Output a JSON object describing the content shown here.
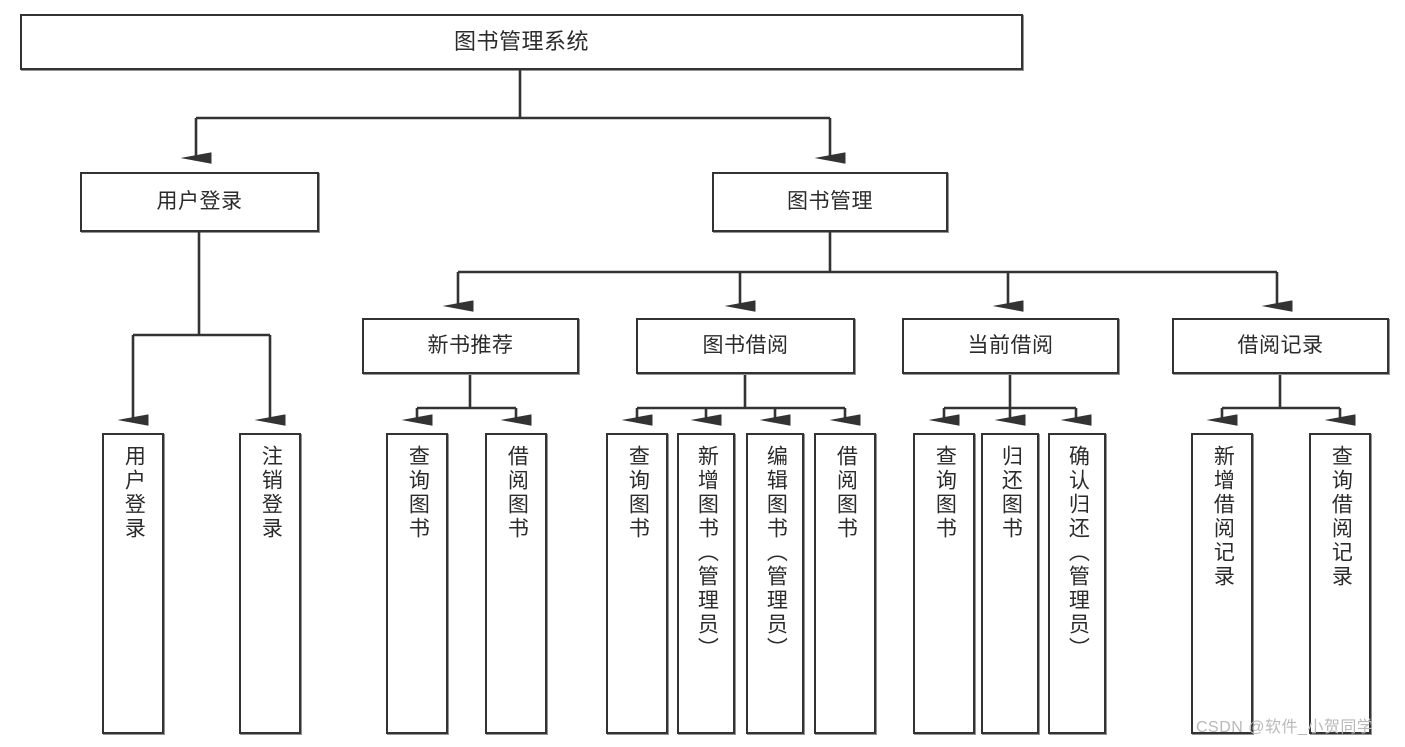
{
  "diagram": {
    "title": "图书管理系统",
    "type": "hierarchy-tree",
    "watermark": "CSDN @软件_小贺同学",
    "nodes": {
      "root": {
        "label": "图书管理系统"
      },
      "level1": [
        {
          "id": "user-login",
          "label": "用户登录"
        },
        {
          "id": "book-management",
          "label": "图书管理"
        }
      ],
      "level2": [
        {
          "id": "new-book-recommend",
          "label": "新书推荐"
        },
        {
          "id": "book-borrow",
          "label": "图书借阅"
        },
        {
          "id": "current-borrow",
          "label": "当前借阅"
        },
        {
          "id": "borrow-record",
          "label": "借阅记录"
        }
      ],
      "leaves": {
        "user-login": [
          {
            "id": "leaf-user-login",
            "label": "用户登录"
          },
          {
            "id": "leaf-logout-login",
            "label": "注销登录"
          }
        ],
        "new-book-recommend": [
          {
            "id": "leaf-query-book-1",
            "label": "查询图书"
          },
          {
            "id": "leaf-borrow-book-1",
            "label": "借阅图书"
          }
        ],
        "book-borrow": [
          {
            "id": "leaf-query-book-2",
            "label": "查询图书"
          },
          {
            "id": "leaf-add-book",
            "label": "新增图书（管理员）"
          },
          {
            "id": "leaf-edit-book",
            "label": "编辑图书（管理员）"
          },
          {
            "id": "leaf-borrow-book-2",
            "label": "借阅图书"
          }
        ],
        "current-borrow": [
          {
            "id": "leaf-query-book-3",
            "label": "查询图书"
          },
          {
            "id": "leaf-return-book",
            "label": "归还图书"
          },
          {
            "id": "leaf-confirm-return",
            "label": "确认归还（管理员）"
          }
        ],
        "borrow-record": [
          {
            "id": "leaf-add-borrow-record",
            "label": "新增借阅记录"
          },
          {
            "id": "leaf-query-borrow-record",
            "label": "查询借阅记录"
          }
        ]
      }
    },
    "colors": {
      "border": "#333333",
      "text": "#2b2b2b",
      "background": "#ffffff",
      "watermark": "#b9b9b9"
    }
  }
}
